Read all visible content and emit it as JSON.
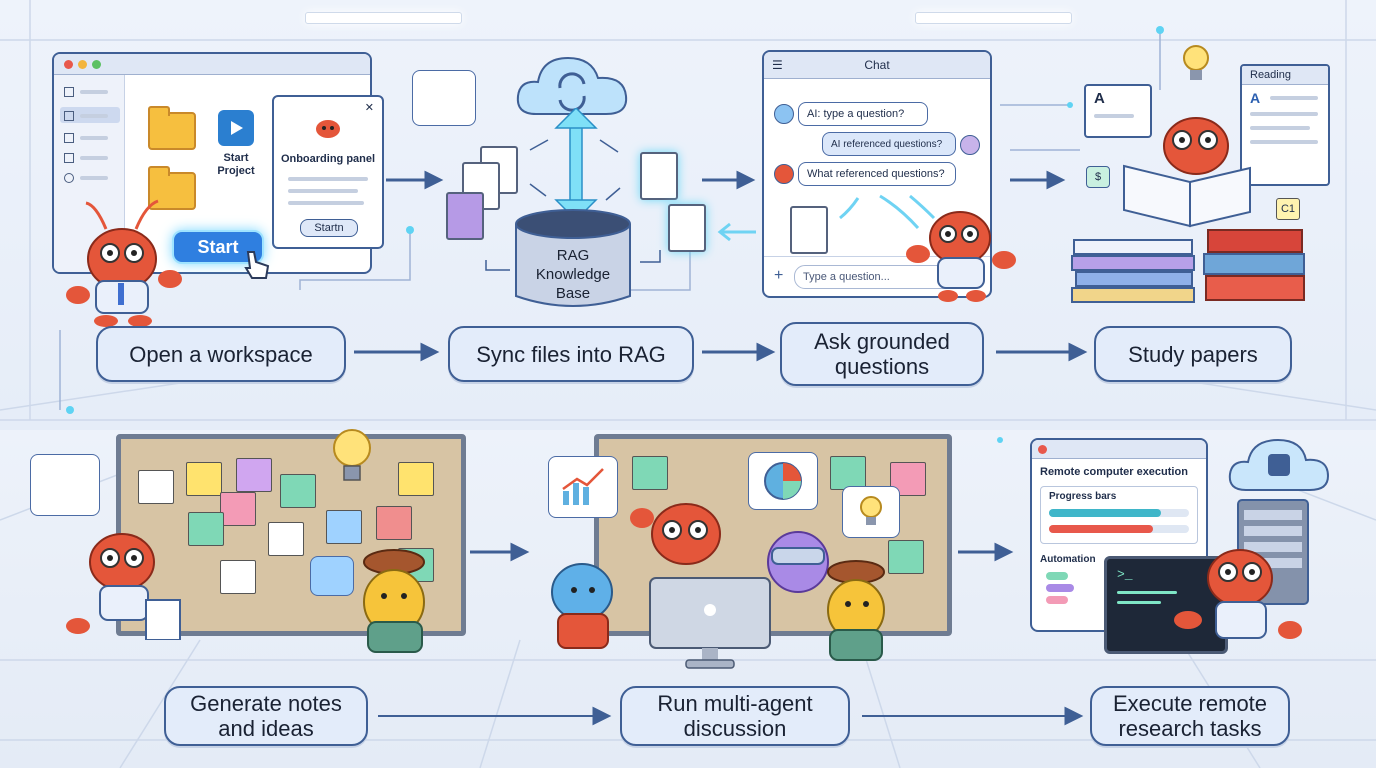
{
  "steps": {
    "s1": "Open a workspace",
    "s2": "Sync files into RAG",
    "s3": "Ask grounded questions",
    "s4": "Study papers",
    "s5": "Generate notes and ideas",
    "s6": "Run multi-agent discussion",
    "s7": "Execute remote research tasks"
  },
  "workspace": {
    "start_project": "Start Project",
    "onboarding_panel": "Onboarding panel",
    "panel_button": "Startn",
    "start_button": "Start"
  },
  "rag": {
    "db_label": "RAG Knowledge Base"
  },
  "chat": {
    "title": "Chat",
    "msg1": "AI: type a question?",
    "msg2": "AI referenced questions?",
    "msg3": "What referenced questions?",
    "input_placeholder": "Type a question..."
  },
  "study": {
    "reading_title": "Reading",
    "doc_letter": "A",
    "reading_letter": "A",
    "tag1": "C1",
    "tag_dollar": "$"
  },
  "remote": {
    "title": "Remote computer execution",
    "progress_label": "Progress bars",
    "automation_label": "Automation",
    "terminal_prompt": ">_",
    "progress": [
      0.8,
      0.74
    ]
  },
  "colors": {
    "accent": "#3f5f95",
    "lobster": "#e4563a",
    "glow": "#5fd3f3",
    "folder": "#f6bf3f"
  }
}
